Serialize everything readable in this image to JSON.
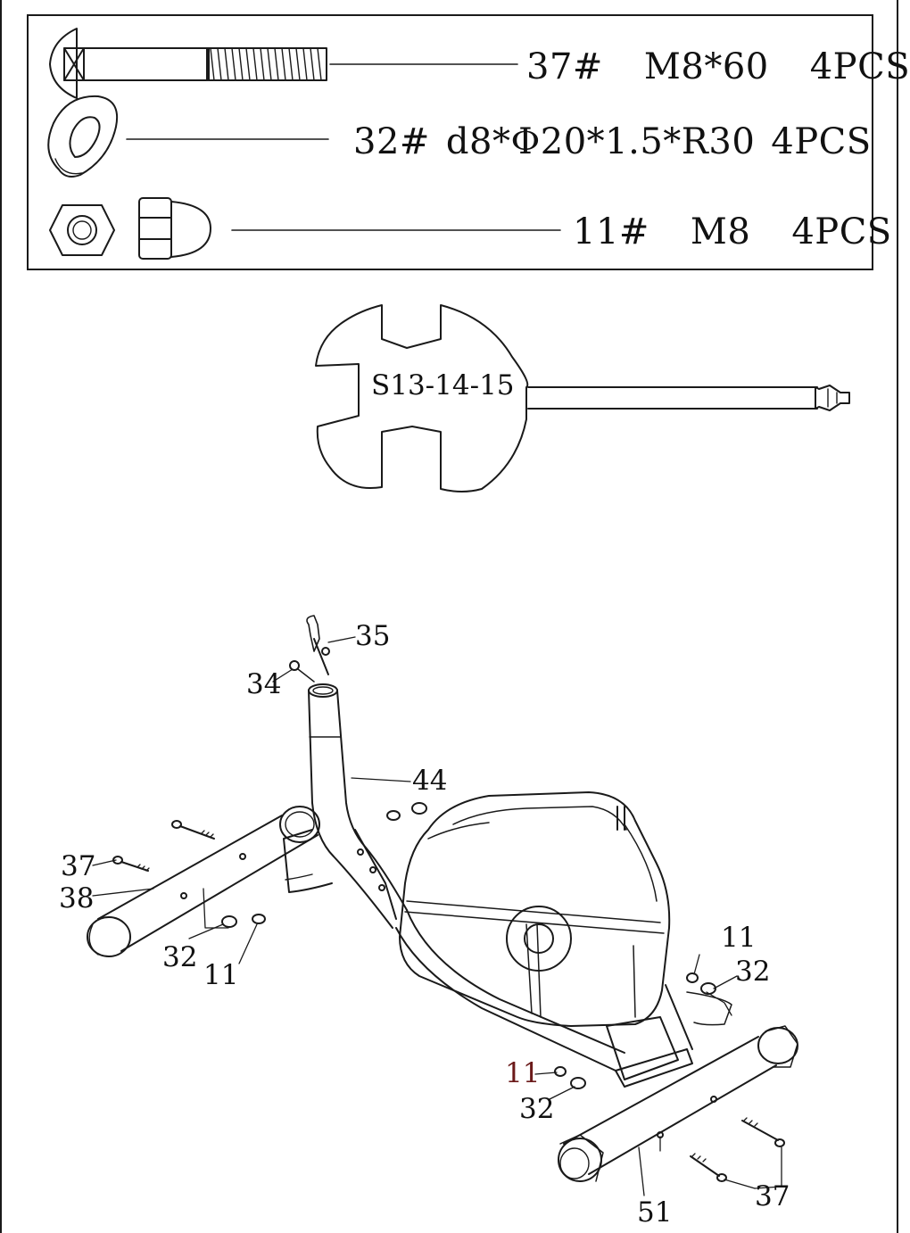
{
  "hardware": [
    {
      "part": "37#",
      "spec": "M8*60",
      "qty": "4PCS"
    },
    {
      "part": "32#",
      "spec": "d8*Φ20*1.5*R30",
      "qty": "4PCS"
    },
    {
      "part": "11#",
      "spec": "M8",
      "qty": "4PCS"
    }
  ],
  "wrench": {
    "label": "S13-14-15"
  },
  "callouts": {
    "c35": "35",
    "c34": "34",
    "c44": "44",
    "c37a": "37",
    "c38": "38",
    "c32a": "32",
    "c11a": "11",
    "c11b": "11",
    "c32b": "32",
    "c11c": "11",
    "c32c": "32",
    "c51": "51",
    "c37b": "37"
  },
  "colors": {
    "line": "#1a1a1a",
    "accent_label": "#6b1a1a"
  }
}
